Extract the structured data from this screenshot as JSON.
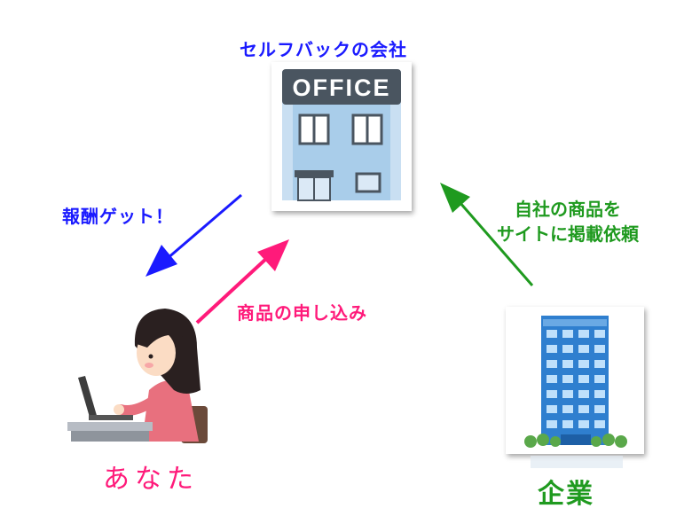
{
  "labels": {
    "office_title": "セルフバックの会社",
    "office_sign": "OFFICE",
    "reward": "報酬ゲット！",
    "apply": "商品の申し込み",
    "request_line1": "自社の商品を",
    "request_line2": "サイトに掲載依頼",
    "you": "あなた",
    "company": "企業"
  },
  "colors": {
    "blue": "#1a1aff",
    "pink": "#ff1a7a",
    "green": "#1f9a1f",
    "building_blue": "#a9cdea",
    "window_blue": "#2f7fcf",
    "sign_dark": "#4a5560"
  },
  "icons": [
    "office-building-icon",
    "person-with-laptop-icon",
    "company-tower-icon"
  ]
}
